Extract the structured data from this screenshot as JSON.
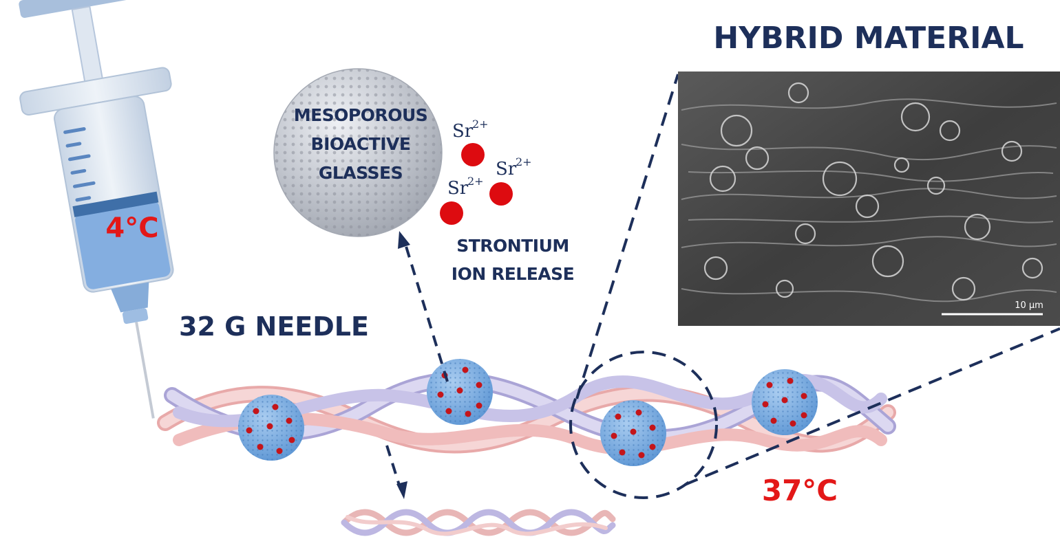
{
  "labels": {
    "hybrid_material": "HYBRID MATERIAL",
    "mbg_line1": "MESOPOROUS",
    "mbg_line2": "BIOACTIVE",
    "mbg_line3": "GLASSES",
    "ion_symbol": "Sr",
    "ion_charge": "2+",
    "release_line1": "STRONTIUM",
    "release_line2": "ION RELEASE",
    "needle": "32 G NEEDLE",
    "temp_cold": "4°C",
    "temp_body": "37°C",
    "scale_bar": "10 µm"
  },
  "colors": {
    "navy_text": "#1d2f5a",
    "red_text": "#e31818",
    "ion_red": "#dd0b10",
    "fiber_pink": "#f3c9c9",
    "fiber_lilac": "#cfcbe8",
    "particle_blue": "#7fb2e6",
    "syringe_blue": "#8fb3dc",
    "sphere_gray": "#b9bdc6"
  }
}
